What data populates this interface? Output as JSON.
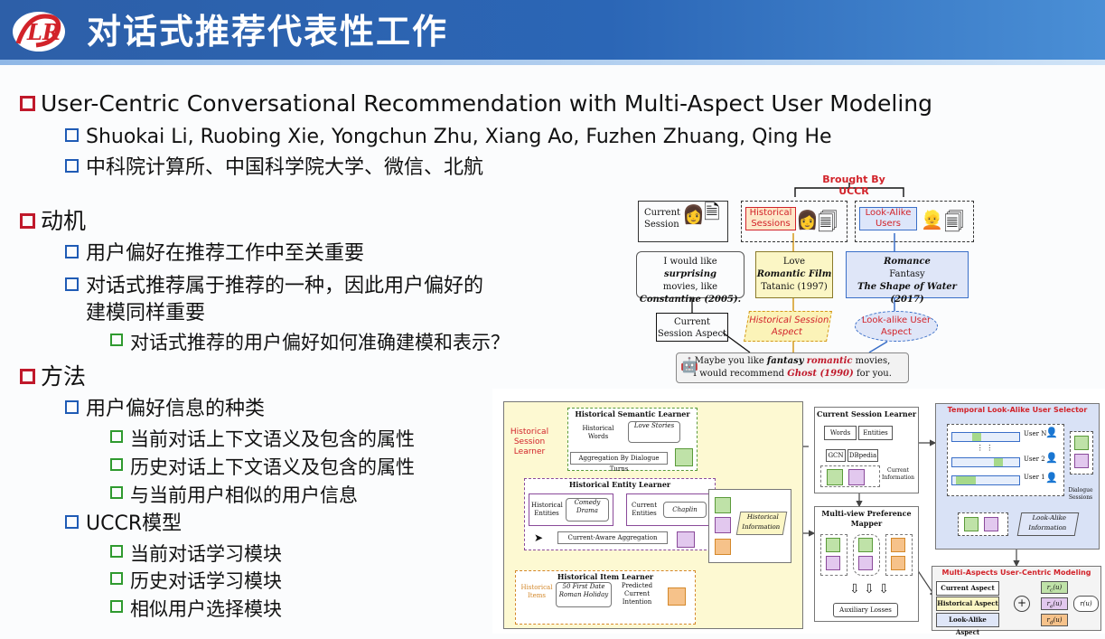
{
  "header": {
    "title": "对话式推荐代表性工作"
  },
  "bullets": {
    "paper_title": "User-Centric Conversational Recommendation with Multi-Aspect User Modeling",
    "authors": "Shuokai Li, Ruobing Xie, Yongchun Zhu, Xiang Ao, Fuzhen Zhuang, Qing He",
    "affiliations": "中科院计算所、中国科学院大学、微信、北航",
    "motivation": "动机",
    "motivation_1": "用户偏好在推荐工作中至关重要",
    "motivation_2_line1": "对话式推荐属于推荐的一种，因此用户偏好的",
    "motivation_2_line2": "建模同样重要",
    "motivation_2_sub": "对话式推荐的用户偏好如何准确建模和表示？",
    "method": "方法",
    "method_1": "用户偏好信息的种类",
    "method_1_a": "当前对话上下文语义及包含的属性",
    "method_1_b": "历史对话上下文语义及包含的属性",
    "method_1_c": "与当前用户相似的用户信息",
    "method_2": "UCCR模型",
    "method_2_a": "当前对话学习模块",
    "method_2_b": "历史对话学习模块",
    "method_2_c": "相似用户选择模块"
  },
  "fig1": {
    "brought_by": "Brought By UCCR",
    "current_session": "Current Session",
    "historical_sessions": "Historical Sessions",
    "look_alike_users": "Look-Alike Users",
    "q_line1": "I would like",
    "q_word": "surprising",
    "q_line2": "movies, like",
    "q_line3": "Constantine (2005).",
    "love": "Love",
    "romantic_film": "Romantic Film",
    "tatanic": "Tatanic (1997)",
    "romance": "Romance",
    "fantasy": "Fantasy",
    "shape_of_water": "The Shape of Water (2017)",
    "current_session_aspect": "Current Session Aspect",
    "historical_session_aspect": "Historical Session Aspect",
    "look_alike_user_aspect": "Look-alike User Aspect",
    "answer_a": "Maybe you like",
    "answer_fantasy": "fantasy",
    "answer_romantic": "romantic",
    "answer_b": "movies,",
    "answer_c": "I would recommend",
    "answer_ghost": "Ghost (1990)",
    "answer_d": "for you."
  },
  "fig2": {
    "hsl_label": "Historical Session Learner",
    "semantic_learner": "Historical Semantic Learner",
    "historical_words": "Historical Words",
    "love_stories": "Love Stories",
    "aggregation_turns": "Aggregation By Dialogue Turns",
    "entity_learner": "Historical Entity Learner",
    "historical_entities": "Historical Entities",
    "comedy_drama": "Comedy Drama",
    "current_entities": "Current Entities",
    "chaplin": "Chaplin",
    "current_aware": "Current-Aware Aggregation",
    "item_learner": "Historical Item Learner",
    "historical_items": "Historical Items",
    "items_list": "50 First Date Roman Holiday",
    "predicted_intention": "Predicted Current Intention",
    "historical_information": "Historical Information",
    "csl_title": "Current Session Learner",
    "words": "Words",
    "entities": "Entities",
    "gcn": "GCN",
    "dbpedia": "DBpedia",
    "current_information": "Current Information",
    "mvpm_title": "Multi-view Preference Mapper",
    "auxiliary_losses": "Auxiliary Losses",
    "tlaus_title": "Temporal Look-Alike User Selector",
    "user_n": "User N",
    "user_2": "User 2",
    "user_1": "User 1",
    "dialogue_sessions": "Dialogue Sessions",
    "look_alike_information": "Look-Alike Information",
    "macm_title": "Multi-Aspects User-Centric Modeling",
    "current_aspect": "Current Aspect",
    "historical_aspect": "Historical Aspect",
    "look_alike_aspect": "Look-Alike Aspect"
  },
  "colors": {
    "header": "#2d5fa8",
    "red_square": "#c0192b",
    "blue_square": "#1f5bb5",
    "green_square": "#2f9a2f",
    "panel_yellow": "#fdf9d2",
    "panel_blue": "#d9e2f6"
  },
  "icons": [
    "uccr-logo",
    "user-icon",
    "document-stack-icon",
    "robot-icon",
    "mouse-pointer-icon",
    "checkbox-square-icon"
  ]
}
